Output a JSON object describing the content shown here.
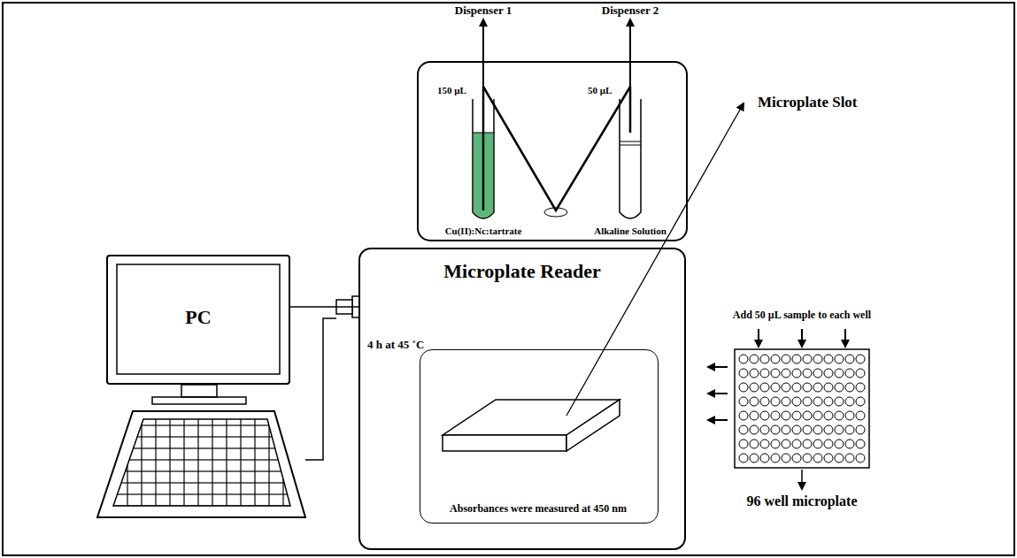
{
  "diagram": {
    "nodes": [
      {
        "text": [
          "Microplate Reader",
          "4 h at 45 ˚C"
        ]
      },
      {
        "text": [
          "Absorbances were measured at 450 nm"
        ],
        "in": 0
      },
      {
        "text": [
          "PC"
        ]
      }
    ],
    "edges": [
      {
        "from": 0,
        "to": 2,
        "arrow": "none"
      }
    ],
    "labels": [
      "Dispenser 1",
      "Dispenser 2",
      "150 µL",
      "50 µL",
      "Cu(II):Nc:tartrate",
      "Alkaline Solution",
      "Microplate Slot",
      "Add 50 µL sample to each well",
      "96 well microplate"
    ]
  }
}
